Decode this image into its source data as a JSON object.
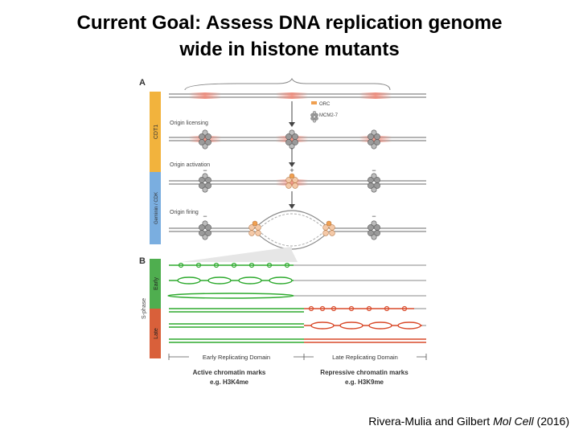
{
  "title": {
    "line1": "Current Goal:  Assess DNA replication genome",
    "line2": "wide in histone mutants"
  },
  "figure": {
    "panel_a": {
      "letter": "A",
      "legend_orc": "ORC",
      "legend_mcm": "MCM2-7",
      "steps": [
        "Origin licensing",
        "Origin activation",
        "Origin firing"
      ],
      "bar_top_label": "CDT1",
      "bar_bottom_label": "Geminin / CDK",
      "activation_signs": [
        "−",
        "+",
        "−"
      ],
      "firing_signs": [
        "−",
        "−"
      ]
    },
    "panel_b": {
      "letter": "B",
      "phase_label": "S-phase",
      "early_label": "Early",
      "late_label": "Late",
      "early_domain_label": "Early Replicating Domain",
      "late_domain_label": "Late Replicating Domain",
      "active_marks_line1": "Active chromatin marks",
      "active_marks_line2": "e.g. H3K4me",
      "repressive_marks_line1": "Repressive chromatin marks",
      "repressive_marks_line2": "e.g. H3K9me"
    },
    "colors": {
      "cdt1_bar": "#f2b33d",
      "geminin_bar": "#7aaee0",
      "early_bar": "#4fae4f",
      "late_bar": "#d9603a",
      "early_dna": "#2eaa2e",
      "late_dna": "#d94a2a",
      "mcm_complex": "#9a9a9a",
      "orc": "#e8a060",
      "active_mcm": "#f0a050"
    }
  },
  "citation": {
    "authors": "Rivera-Mulia and Gilbert",
    "journal": "Mol Cell",
    "year": "(2016)"
  }
}
